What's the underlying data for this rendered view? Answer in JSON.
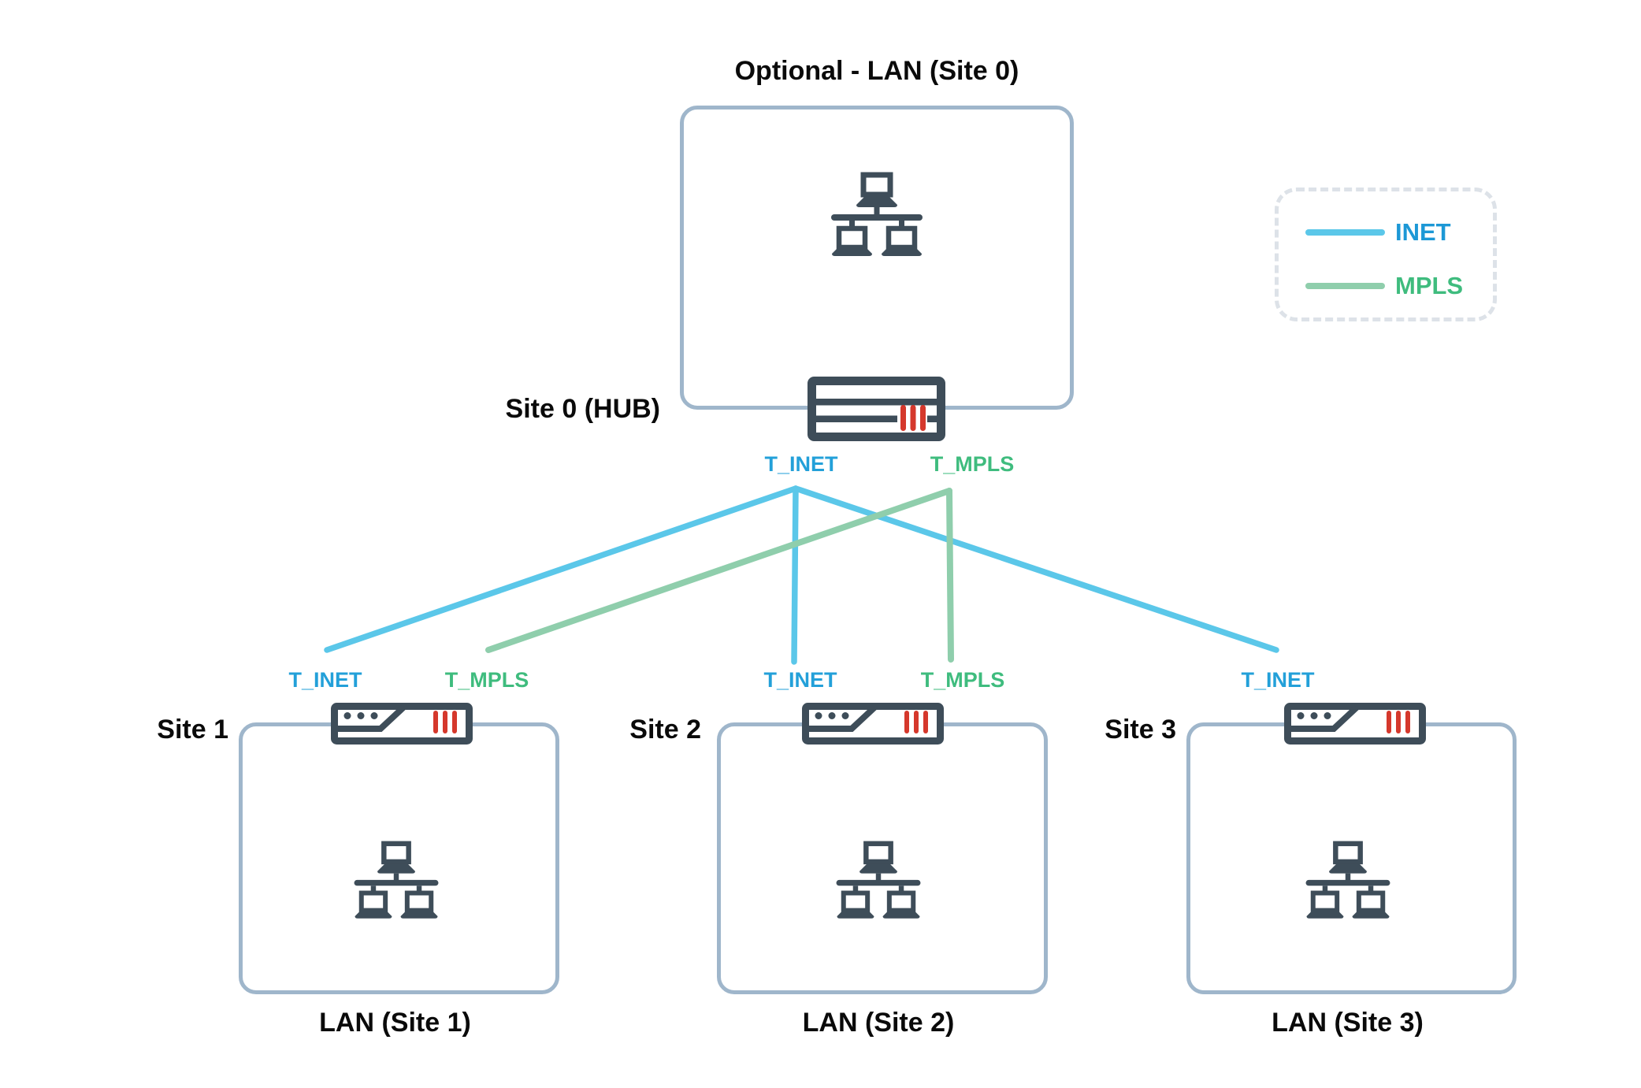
{
  "title": "Optional - LAN (Site 0)",
  "hub": {
    "label": "Site 0 (HUB)",
    "t_inet": "T_INET",
    "t_mpls": "T_MPLS"
  },
  "legend": {
    "inet": "INET",
    "mpls": "MPLS"
  },
  "sites": [
    {
      "name": "Site 1",
      "lan_label": "LAN (Site 1)",
      "t_inet": "T_INET",
      "t_mpls": "T_MPLS"
    },
    {
      "name": "Site 2",
      "lan_label": "LAN (Site 2)",
      "t_inet": "T_INET",
      "t_mpls": "T_MPLS"
    },
    {
      "name": "Site 3",
      "lan_label": "LAN (Site 3)",
      "t_inet": "T_INET"
    }
  ],
  "links": [
    {
      "from": "Site 0 T_INET",
      "to": "Site 1 T_INET",
      "type": "INET"
    },
    {
      "from": "Site 0 T_INET",
      "to": "Site 2 T_INET",
      "type": "INET"
    },
    {
      "from": "Site 0 T_INET",
      "to": "Site 3 T_INET",
      "type": "INET"
    },
    {
      "from": "Site 0 T_MPLS",
      "to": "Site 1 T_MPLS",
      "type": "MPLS"
    },
    {
      "from": "Site 0 T_MPLS",
      "to": "Site 2 T_MPLS",
      "type": "MPLS"
    }
  ],
  "palette": {
    "icon_dark": "#3E4D59",
    "icon_red": "#D5382C",
    "inet_line": "#5BC7E9",
    "mpls_line": "#8FCEAC",
    "inet_text": "#1D98D6",
    "mpls_text": "#3FBC7E",
    "box_border": "#9FB6CB",
    "legend_border": "#DDE2E8",
    "label_text": "#0A0A0A"
  }
}
